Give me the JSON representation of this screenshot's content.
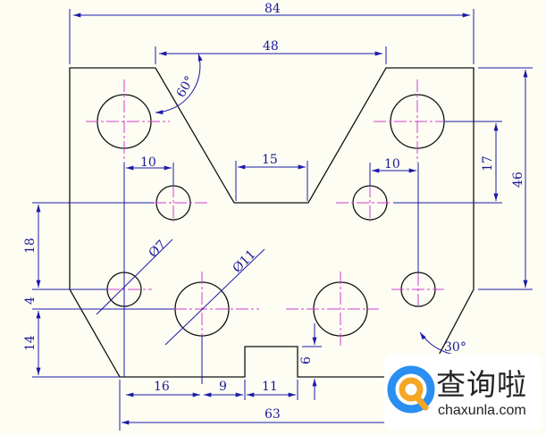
{
  "dimensions": {
    "overall_width": "84",
    "slot_top_width": "48",
    "slot_bottom_width": "15",
    "angle_slot": "60°",
    "hole_offset_left": "10",
    "hole_offset_right": "10",
    "right_vertical_17": "17",
    "overall_height_46": "46",
    "left_18": "18",
    "left_4": "4",
    "left_14": "14",
    "bottom_16": "16",
    "bottom_9": "9",
    "bottom_11": "11",
    "bottom_63": "63",
    "notch_height": "6",
    "small_hole_dia": "Ø7",
    "large_hole_dia": "Ø11",
    "angle_chamfer": "30°"
  },
  "watermark": {
    "brand": "查询啦",
    "url": "chaxunla.com",
    "colors": {
      "blue": "#2a8ff0",
      "orange": "#f5a623"
    }
  }
}
